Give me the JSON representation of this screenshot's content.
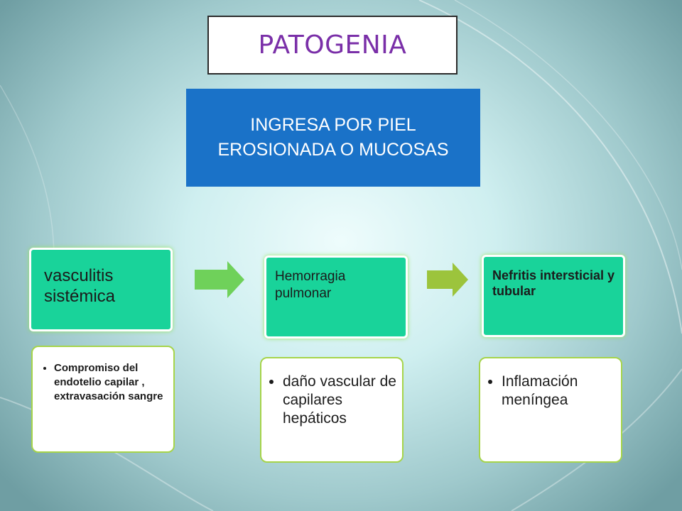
{
  "title": "PATOGENIA",
  "intro": "INGRESA POR PIEL EROSIONADA O MUCOSAS",
  "steps": [
    {
      "heading": "vasculitis sistémica",
      "detail": "Compromiso del endotelio capilar , extravasación sangre"
    },
    {
      "heading": "Hemorragia pulmonar",
      "detail": "daño vascular de capilares hepáticos"
    },
    {
      "heading": "Nefritis intersticial y tubular",
      "detail": "Inflamación meníngea"
    }
  ],
  "colors": {
    "title_text": "#7a2fa8",
    "intro_fill": "#1a72c8",
    "step_fill": "#19d39a",
    "detail_border": "#a6d44a",
    "arrow_1": "#6fd15a",
    "arrow_2": "#9cc43c"
  }
}
